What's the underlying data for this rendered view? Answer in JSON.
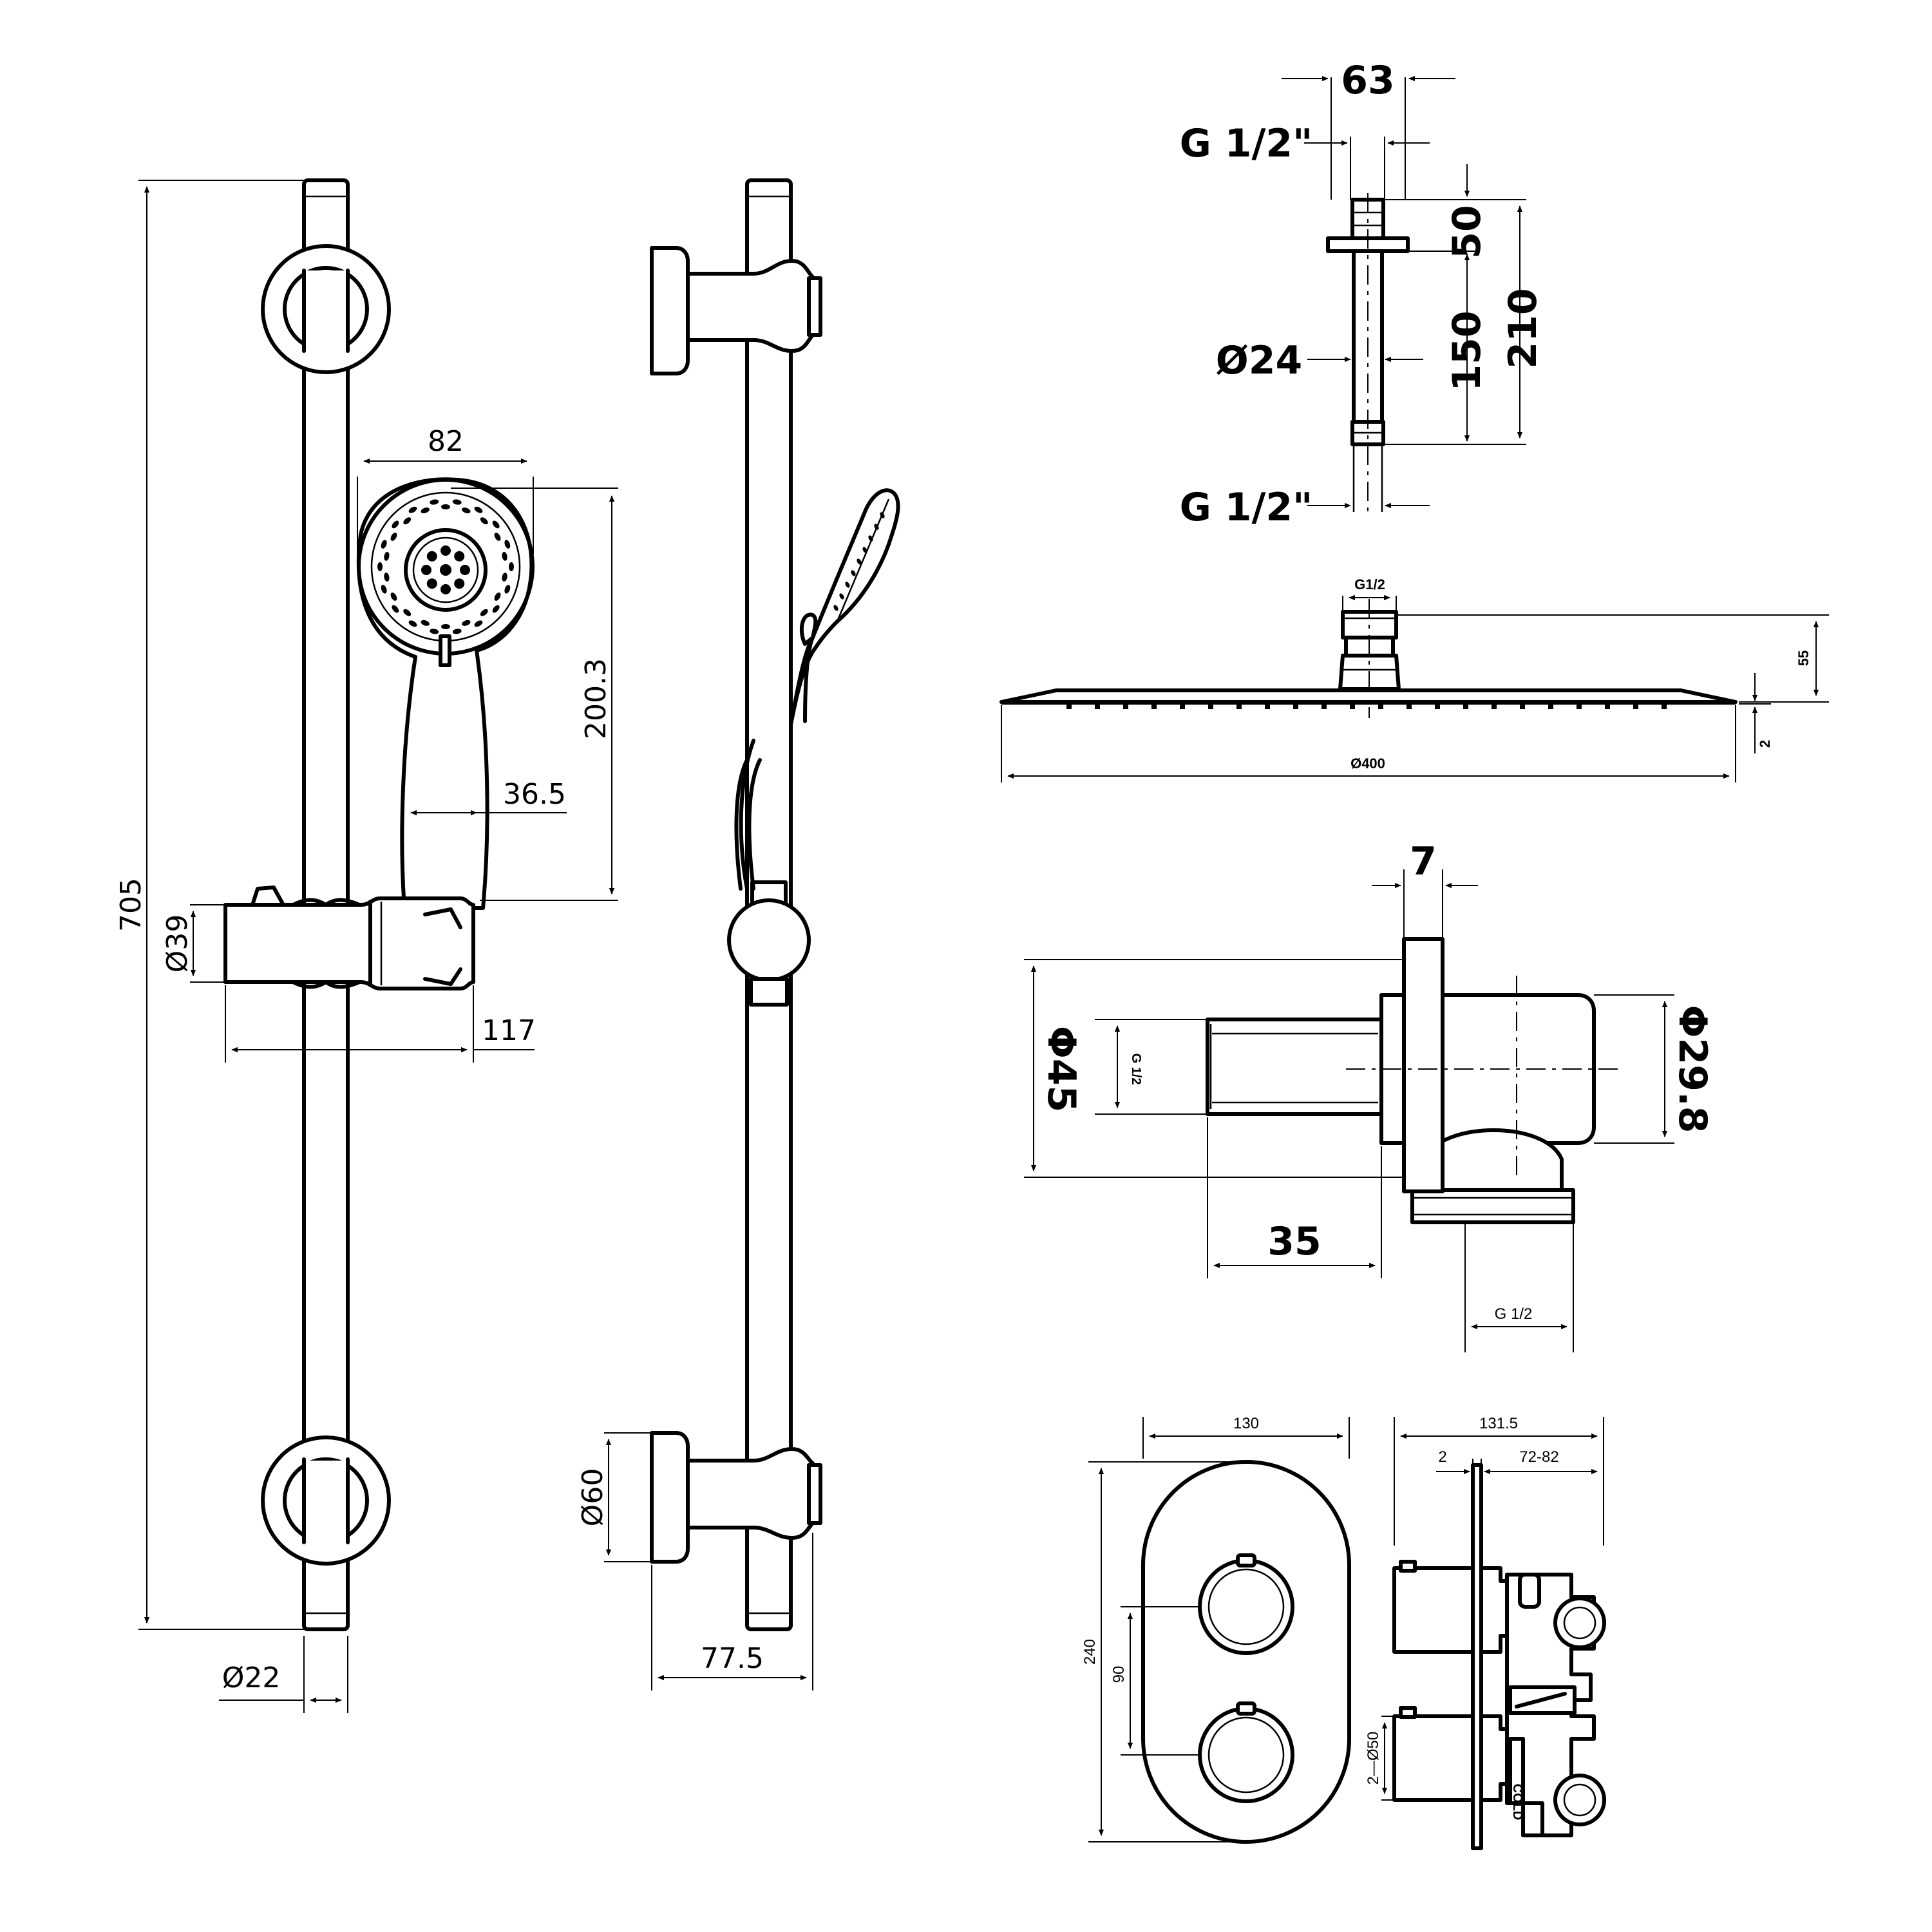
{
  "slide_rail_front": {
    "height": "705",
    "bracket_dia": "Ø39",
    "bracket_width": "117",
    "handset_width": "82",
    "handset_height": "200.3",
    "handle_width": "36.5",
    "rail_dia": "Ø22"
  },
  "slide_rail_side": {
    "wall_bracket_dia": "Ø60",
    "projection": "77.5"
  },
  "ceiling_arm": {
    "width": "63",
    "thread_top": "G 1/2\"",
    "thread_bottom": "G 1/2\"",
    "tube_dia": "Ø24",
    "upper_length": "50",
    "lower_length": "150",
    "overall_length": "210"
  },
  "shower_head": {
    "connection": "G1/2",
    "height": "55",
    "thickness": "2",
    "diameter": "Ø400"
  },
  "wall_outlet": {
    "plate_thickness": "7",
    "plate_dia": "Φ45",
    "inlet_thread": "G 1/2",
    "body_dia": "Φ29.8",
    "inlet_length": "35",
    "outlet_thread": "G 1/2"
  },
  "thermostatic_valve": {
    "plate_width": "130",
    "plate_height": "240",
    "handle_spacing": "90",
    "depth": "131.5",
    "plate_thickness": "2",
    "wall_depth": "72-82",
    "handle_dia": "2—Ø50",
    "cold_label": "COLD"
  }
}
